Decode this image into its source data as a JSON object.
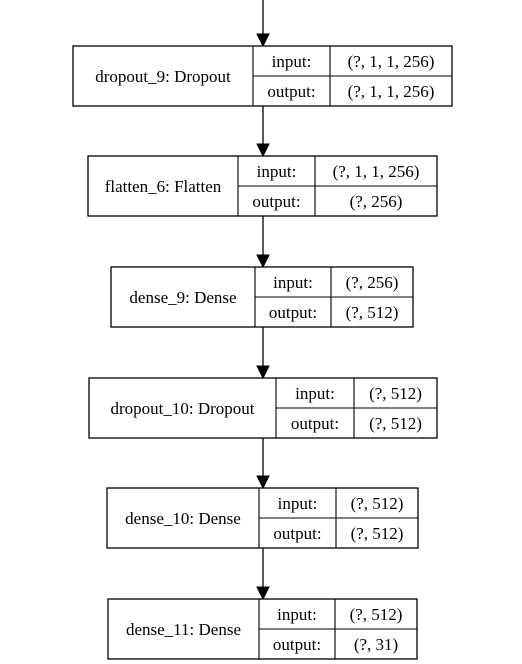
{
  "layers": [
    {
      "name": "dropout_9: Dropout",
      "input_label": "input:",
      "input_shape": "(?, 1, 1, 256)",
      "output_label": "output:",
      "output_shape": "(?, 1, 1, 256)"
    },
    {
      "name": "flatten_6: Flatten",
      "input_label": "input:",
      "input_shape": "(?, 1, 1, 256)",
      "output_label": "output:",
      "output_shape": "(?, 256)"
    },
    {
      "name": "dense_9: Dense",
      "input_label": "input:",
      "input_shape": "(?, 256)",
      "output_label": "output:",
      "output_shape": "(?, 512)"
    },
    {
      "name": "dropout_10: Dropout",
      "input_label": "input:",
      "input_shape": "(?, 512)",
      "output_label": "output:",
      "output_shape": "(?, 512)"
    },
    {
      "name": "dense_10: Dense",
      "input_label": "input:",
      "input_shape": "(?, 512)",
      "output_label": "output:",
      "output_shape": "(?, 512)"
    },
    {
      "name": "dense_11: Dense",
      "input_label": "input:",
      "input_shape": "(?, 512)",
      "output_label": "output:",
      "output_shape": "(?, 31)"
    }
  ]
}
